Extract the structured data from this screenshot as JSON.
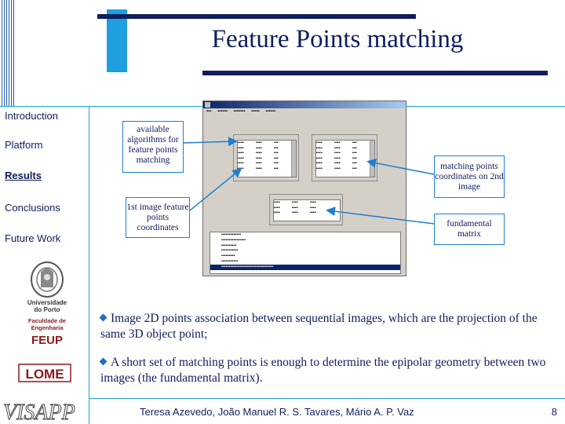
{
  "slide": {
    "title": "Feature Points matching",
    "page_number": "8",
    "footer": "Teresa Azevedo, João Manuel R. S. Tavares, Mário A. P. Vaz"
  },
  "nav": {
    "items": [
      {
        "label": "Introduction",
        "active": false
      },
      {
        "label": "Platform",
        "active": false
      },
      {
        "label": "Results",
        "active": true
      },
      {
        "label": "Conclusions",
        "active": false
      },
      {
        "label": "Future Work",
        "active": false
      }
    ]
  },
  "logos": {
    "university": {
      "line1": "Universidade",
      "line2": "do Porto",
      "line3": "Faculdade de",
      "line4": "Engenharia",
      "short": "FEUP"
    },
    "lab": "LOME",
    "conference": "VISAPP"
  },
  "callouts": {
    "algorithms": "available algorithms for feature points matching",
    "first_image": "1st image feature points coordinates",
    "second_image": "matching points coordinates on 2nd image",
    "fundamental": "fundamental matrix"
  },
  "bullets": [
    "Image 2D points association between sequential images, which are the projection of the same 3D object point;",
    "A short set of matching points is enough to determine the epipolar geometry between two images (the fundamental matrix)."
  ],
  "colors": {
    "primary": "#0e1e5c",
    "accent": "#1f9ee0"
  }
}
